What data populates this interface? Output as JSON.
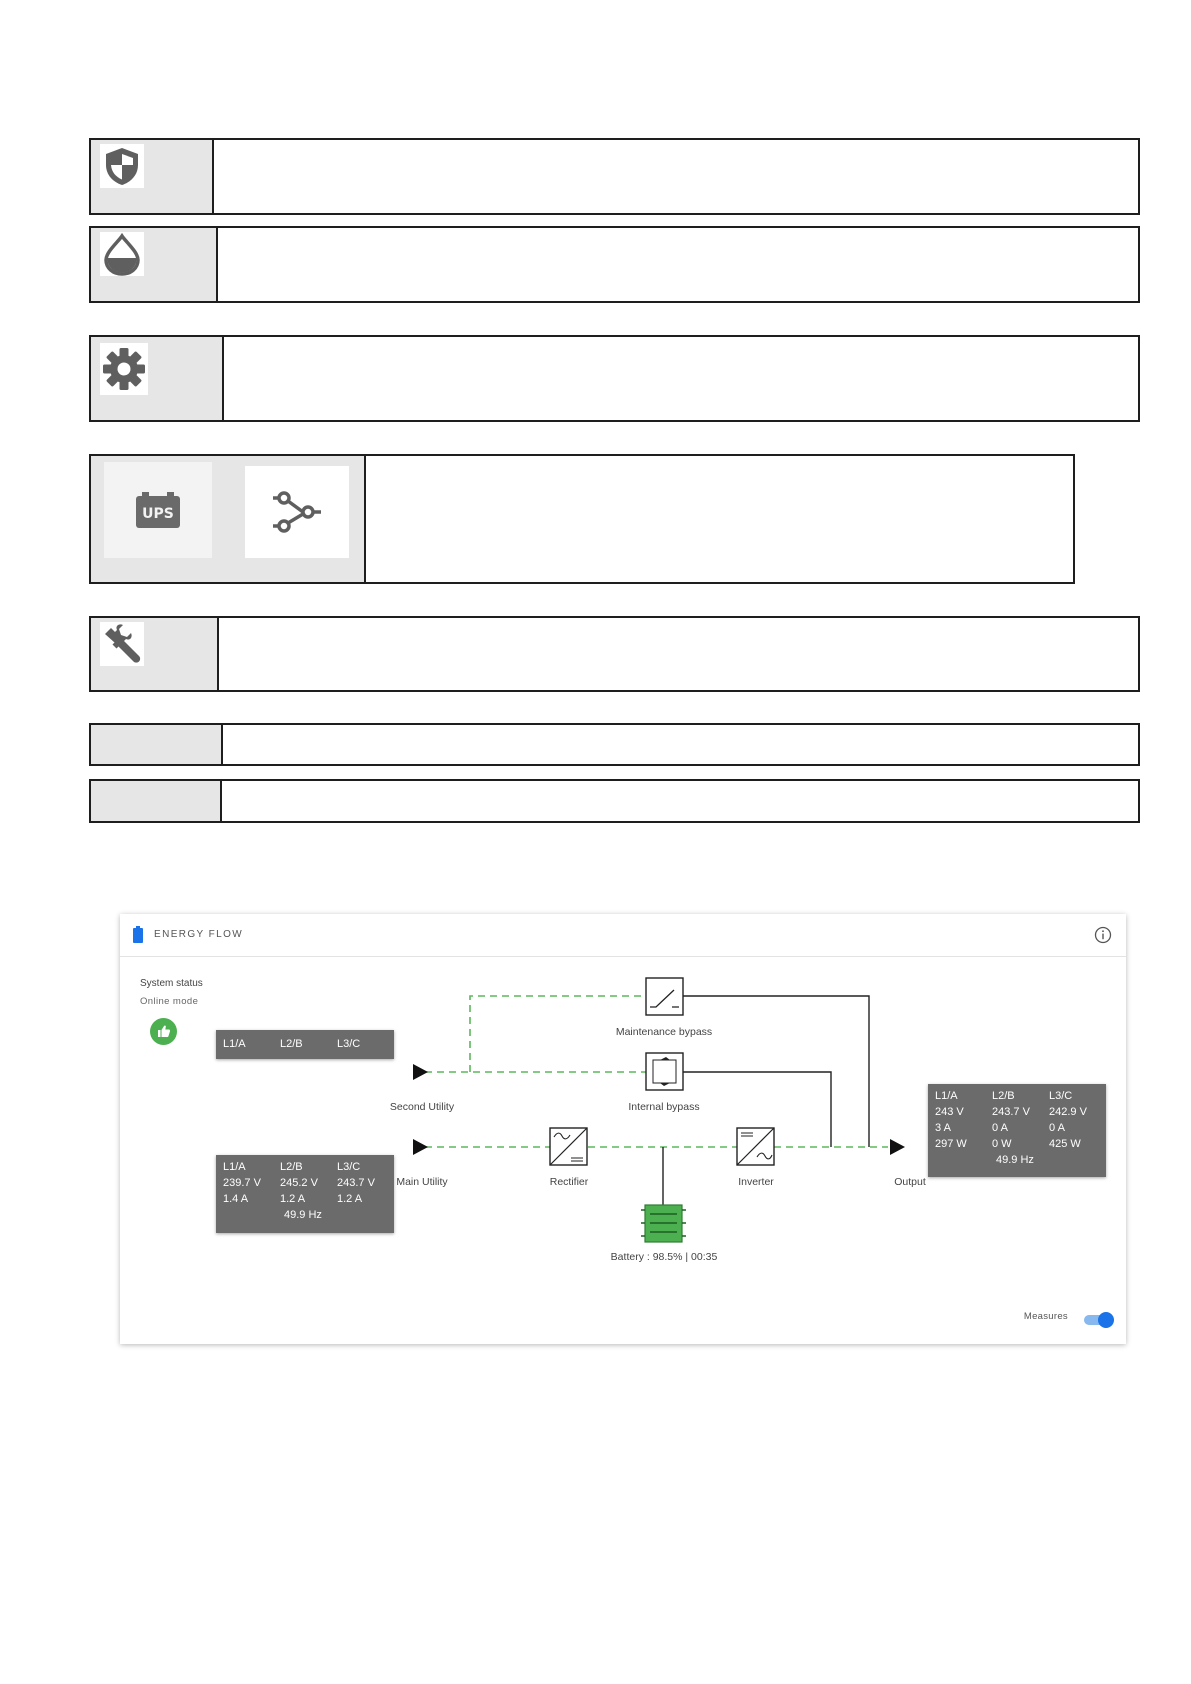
{
  "rows": [
    {
      "icon": "shield-icon"
    },
    {
      "icon": "water-drop-icon"
    },
    {
      "icon": "gear-icon"
    },
    {
      "icons": [
        "ups-icon",
        "network-path-icon"
      ]
    },
    {
      "icon": "wrench-icon"
    },
    {
      "icon": ""
    },
    {
      "icon": ""
    }
  ],
  "energy_flow": {
    "title": "ENERGY FLOW",
    "system_status_label": "System status",
    "system_status_value": "Online mode",
    "second_utility": {
      "label": "Second Utility",
      "phases": [
        "L1/A",
        "L2/B",
        "L3/C"
      ]
    },
    "main_utility": {
      "label": "Main Utility",
      "phases": [
        "L1/A",
        "L2/B",
        "L3/C"
      ],
      "voltage": [
        "239.7 V",
        "245.2 V",
        "243.7 V"
      ],
      "current": [
        "1.4 A",
        "1.2 A",
        "1.2 A"
      ],
      "frequency": "49.9 Hz"
    },
    "output": {
      "label": "Output",
      "phases": [
        "L1/A",
        "L2/B",
        "L3/C"
      ],
      "voltage": [
        "243 V",
        "243.7 V",
        "242.9 V"
      ],
      "current": [
        "3 A",
        "0 A",
        "0 A"
      ],
      "power": [
        "297 W",
        "0 W",
        "425 W"
      ],
      "frequency": "49.9 Hz"
    },
    "components": {
      "maintenance_bypass": "Maintenance bypass",
      "internal_bypass": "Internal bypass",
      "rectifier": "Rectifier",
      "inverter": "Inverter"
    },
    "battery": {
      "label": "Battery : 98.5% | 00:35",
      "charge_percent": 98.5,
      "runtime": "00:35"
    },
    "measures_label": "Measures",
    "measures_enabled": true,
    "colors": {
      "active_flow": "#5cb85c",
      "battery": "#4caf50",
      "status_ok": "#4caf50",
      "toggle": "#1a73e8",
      "box": "#6b6b6b"
    }
  }
}
